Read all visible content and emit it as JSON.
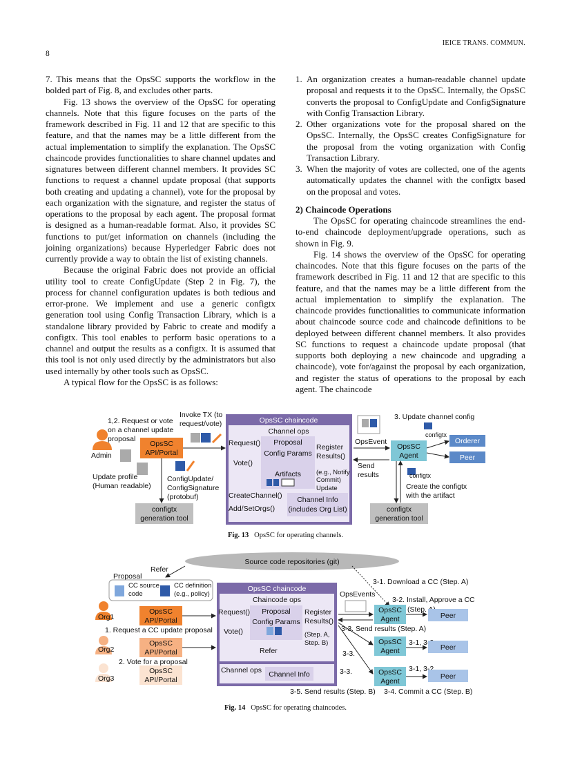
{
  "header": {
    "journal": "IEICE TRANS. COMMUN.",
    "page": "8"
  },
  "left_column": [
    {
      "text": "7. This means that the OpsSC supports the workflow in the bolded part of Fig. 8, and excludes other parts.",
      "indent": false
    },
    {
      "text": "Fig. 13 shows the overview of the OpsSC for operating channels. Note that this figure focuses on the parts of the framework described in Fig. 11 and 12 that are specific to this feature, and that the names may be a little different from the actual implementation to simplify the explanation. The OpsSC chaincode provides functionalities to share channel updates and signatures between different channel members. It provides SC functions to request a channel update proposal (that supports both creating and updating a channel), vote for the proposal by each organization with the signature, and register the status of operations to the proposal by each agent. The proposal format is designed as a human-readable format. Also, it provides SC functions to put/get information on channels (including the joining organizations) because Hyperledger Fabric does not currently provide a way to obtain the list of existing channels.",
      "indent": true
    },
    {
      "text": "Because the original Fabric does not provide an official utility tool to create ConfigUpdate (Step 2 in Fig. 7), the process for channel configuration updates is both tedious and error-prone. We implement and use a generic configtx generation tool using Config Transaction Library, which is a standalone library provided by Fabric to create and modify a configtx. This tool enables to perform basic operations to a channel and output the results as a configtx. It is assumed that this tool is not only used directly by the administrators but also used internally by other tools such as OpsSC.",
      "indent": true
    },
    {
      "text": "A typical flow for the OpsSC is as follows:",
      "indent": true
    }
  ],
  "right_column": {
    "steps": [
      {
        "num": "1.",
        "text": "An organization creates a human-readable channel update proposal and requests it to the OpsSC. Internally, the OpsSC converts the proposal to ConfigUpdate and ConfigSignature with Config Transaction Library."
      },
      {
        "num": "2.",
        "text": "Other organizations vote for the proposal shared on the OpsSC. Internally, the OpsSC creates ConfigSignature for the proposal from the voting organization with Config Transaction Library."
      },
      {
        "num": "3.",
        "text": "When the majority of votes are collected, one of the agents automatically updates the channel with the configtx based on the proposal and votes."
      }
    ],
    "section_title": "2) Chaincode Operations",
    "paragraphs": [
      "The OpsSC for operating chaincode streamlines the end-to-end chaincode deployment/upgrade operations, such as shown in Fig. 9.",
      "Fig. 14 shows the overview of the OpsSC for operating chaincodes. Note that this figure focuses on the parts of the framework described in Fig. 11 and 12 that are specific to this feature, and that the names may be a little different from the actual implementation to simplify the explanation. The chaincode provides functionalities to communicate information about chaincode source code and chaincode definitions to be deployed between different channel members. It also provides SC functions to request a chaincode update proposal (that supports both deploying a new chaincode and upgrading a chaincode), vote for/against the proposal by each organization, and register the status of operations to the proposal by each agent. The chaincode"
    ]
  },
  "fig13": {
    "caption_label": "Fig. 13",
    "caption_text": "OpsSC for operating channels.",
    "request_vote": "1,2. Request or vote",
    "on_channel_update": "on a channel update",
    "proposal": "proposal",
    "admin": "Admin",
    "invoke_tx1": "Invoke TX (to",
    "invoke_tx2": "request/vote)",
    "portal1": "OpsSC",
    "portal2": "API/Portal",
    "update_profile1": "Update profile",
    "update_profile2": "(Human readable)",
    "configupdate1": "ConfigUpdate/",
    "configupdate2": "ConfigSignature",
    "configupdate3": "(protobuf)",
    "gentool1": "configtx",
    "gentool2": "generation tool",
    "chaincode_title": "OpsSC chaincode",
    "channel_ops": "Channel ops",
    "request_fn": "Request()",
    "vote_fn": "Vote()",
    "proposal_box": "Proposal",
    "config_params": "Config Params",
    "artifacts": "Artifacts",
    "register1": "Register",
    "register2": "Results()",
    "notify1": "(e.g., Notify",
    "notify2": "Commit)",
    "update": "Update",
    "create_channel": "CreateChannel()",
    "add_set_orgs": "Add/SetOrgs()",
    "channel_info1": "Channel Info",
    "channel_info2": "(includes Org List)",
    "ops_event": "OpsEvent",
    "send_results1": "Send",
    "send_results2": "results",
    "agent1": "OpsSC",
    "agent2": "Agent",
    "update_channel_config": "3. Update channel config",
    "configtx": "configtx",
    "orderer": "Orderer",
    "peer": "Peer",
    "create_configtx1": "Create the configtx",
    "create_configtx2": "with the artifact"
  },
  "fig14": {
    "caption_label": "Fig. 14",
    "caption_text": "OpsSC for operating chaincodes.",
    "repo": "Source code repositories (git)",
    "refer": "Refer",
    "proposal": "Proposal",
    "cc_source1": "CC source",
    "cc_source2": "code",
    "cc_def1": "CC definition",
    "cc_def2": "(e.g., policy)",
    "org1": "Org1",
    "org2": "Org2",
    "org3": "Org3",
    "portal1": "OpsSC",
    "portal2": "API/Portal",
    "request_cc": "1. Request a CC update proposal",
    "vote_proposal": "2. Vote for a proposal",
    "chaincode_title": "OpsSC chaincode",
    "chaincode_ops": "Chaincode ops",
    "request_fn": "Request()",
    "vote_fn": "Vote()",
    "proposal_box": "Proposal",
    "config_params": "Config Params",
    "register1": "Register",
    "register2": "Results()",
    "stepA1": "(Step. A,",
    "stepA2": "Step. B)",
    "refer_inner": "Refer",
    "channel_ops": "Channel ops",
    "channel_info": "Channel Info",
    "ops_events": "OpsEvents",
    "download": "3-1. Download a CC (Step. A)",
    "install1": "3-2. Install, Approve a CC",
    "install2": "(Step. A)",
    "send_a": "3-3. Send results (Step. A)",
    "agent1": "OpsSC",
    "agent2": "Agent",
    "peer": "Peer",
    "s31_32": "3-1, 3-2.",
    "s33": "3-3.",
    "send_b": "3-5. Send results (Step. B)",
    "commit": "3-4. Commit a CC (Step. B)"
  },
  "colors": {
    "orange": "#f0822e",
    "light_orange": "#f6b183",
    "pale_orange": "#fbe3d1",
    "purple": "#7b6aa8",
    "lavender": "#d9d1ea",
    "teal": "#7fc7d6",
    "blue": "#5b89c8",
    "gray": "#bfbfbf"
  }
}
